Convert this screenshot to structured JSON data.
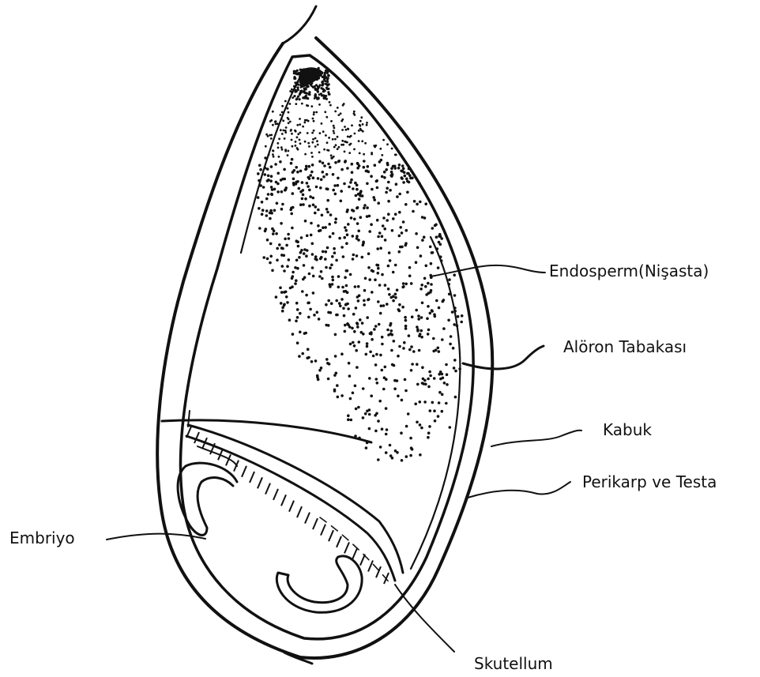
{
  "diagram": {
    "labels": {
      "endosperm": "Endosperm(Nişasta)",
      "aleurone": "Alöron Tabakası",
      "husk": "Kabuk",
      "pericarp": "Perikarp ve Testa",
      "embryo": "Embriyo",
      "scutellum": "Skutellum"
    }
  }
}
